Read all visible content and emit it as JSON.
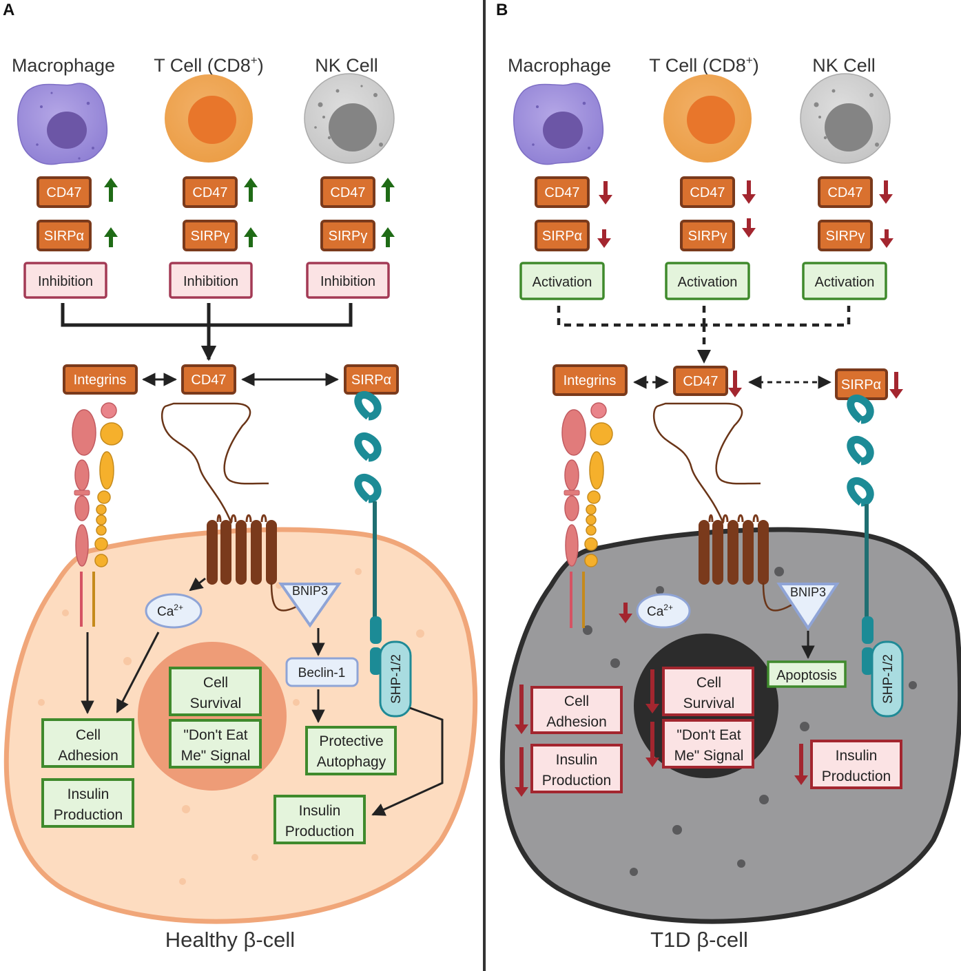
{
  "panels": [
    {
      "letter": "A",
      "caption": "Healthy β-cell",
      "cells": [
        {
          "name": "Macrophage",
          "ligand": "CD47",
          "receptor": "SIRPα",
          "state": "Inhibition"
        },
        {
          "name": "T Cell (CD8",
          "name_sup": "+",
          "name_end": ")",
          "ligand": "CD47",
          "receptor": "SIRPγ",
          "state": "Inhibition"
        },
        {
          "name": "NK Cell",
          "ligand": "CD47",
          "receptor": "SIRPγ",
          "state": "Inhibition"
        }
      ],
      "membrane": {
        "integrins": "Integrins",
        "cd47": "CD47",
        "sirpa": "SIRPα"
      },
      "ca": {
        "base": "Ca",
        "sup": "2+"
      },
      "bnip3": "BNIP3",
      "beclin": "Beclin-1",
      "shp": "SHP-1/2",
      "outcomes": {
        "cell_adhesion": [
          "Cell",
          "Adhesion"
        ],
        "insulin_left": [
          "Insulin",
          "Production"
        ],
        "cell_survival": [
          "Cell",
          "Survival"
        ],
        "dont_eat_me": [
          "\"Don't Eat",
          "Me\" Signal"
        ],
        "protective_autophagy": [
          "Protective",
          "Autophagy"
        ],
        "insulin_right": [
          "Insulin",
          "Production"
        ]
      }
    },
    {
      "letter": "B",
      "caption": "T1D β-cell",
      "cells": [
        {
          "name": "Macrophage",
          "ligand": "CD47",
          "receptor": "SIRPα",
          "state": "Activation"
        },
        {
          "name": "T Cell (CD8",
          "name_sup": "+",
          "name_end": ")",
          "ligand": "CD47",
          "receptor": "SIRPγ",
          "state": "Activation"
        },
        {
          "name": "NK Cell",
          "ligand": "CD47",
          "receptor": "SIRPγ",
          "state": "Activation"
        }
      ],
      "membrane": {
        "integrins": "Integrins",
        "cd47": "CD47",
        "sirpa": "SIRPα"
      },
      "ca": {
        "base": "Ca",
        "sup": "2+"
      },
      "bnip3": "BNIP3",
      "apoptosis": "Apoptosis",
      "shp": "SHP-1/2",
      "outcomes": {
        "cell_adhesion": [
          "Cell",
          "Adhesion"
        ],
        "insulin_left": [
          "Insulin",
          "Production"
        ],
        "cell_survival": [
          "Cell",
          "Survival"
        ],
        "dont_eat_me": [
          "\"Don't Eat",
          "Me\" Signal"
        ],
        "insulin_right": [
          "Insulin",
          "Production"
        ]
      }
    }
  ],
  "colors": {
    "tag_fill": "#d9712f",
    "tag_border": "#7a3a1c",
    "up_arrow": "#1f6b16",
    "down_arrow": "#a3262f",
    "inhibition_fill": "#fbe3e4",
    "inhibition_border": "#a33a55",
    "activation_fill": "#e4f4dc",
    "activation_border": "#3f8a2c",
    "healthy_cytoplasm": "#fddcc0",
    "t1d_cytoplasm": "#9a9a9c"
  }
}
